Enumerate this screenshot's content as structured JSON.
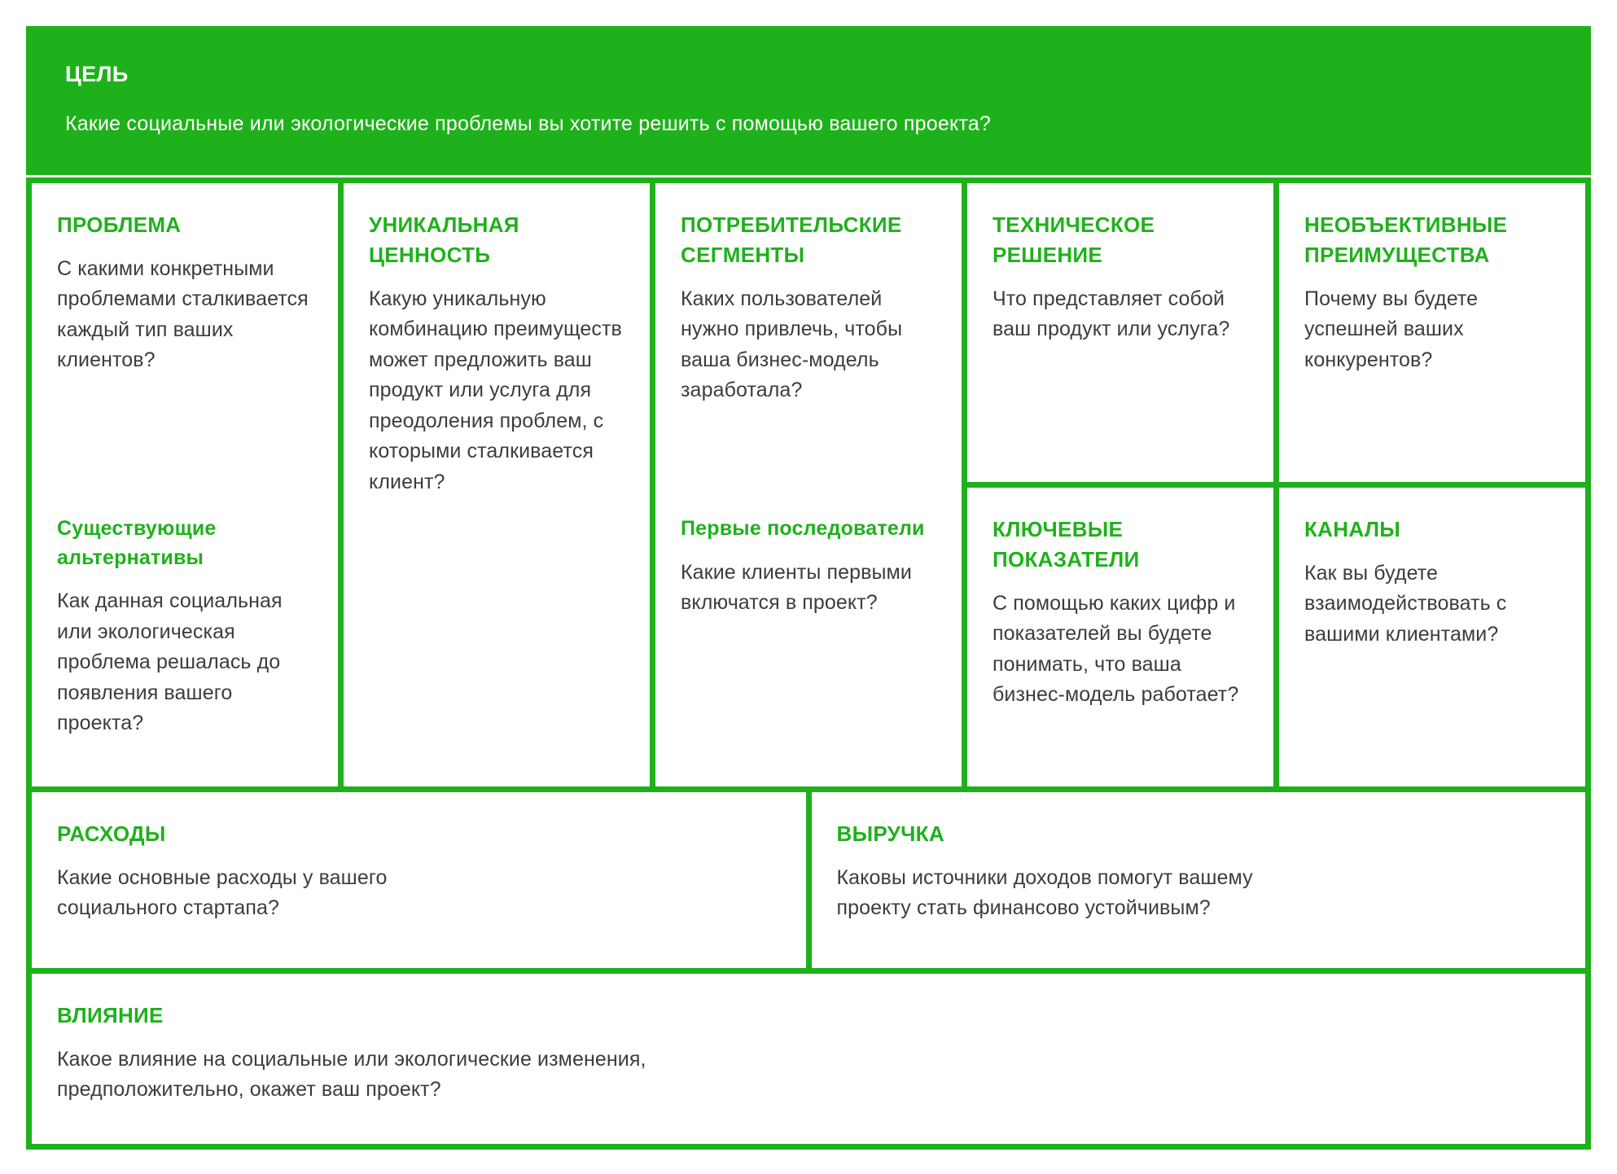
{
  "colors": {
    "accent": "#1fb11c",
    "body_text": "#3b3e38",
    "banner_text": "#ffffff",
    "cell_background": "#ffffff"
  },
  "header": {
    "title": "ЦЕЛЬ",
    "subtitle": "Какие социальные или экологические проблемы вы хотите решить с помощью вашего проекта?"
  },
  "cells": {
    "problem": {
      "title": "ПРОБЛЕМА",
      "body": "С какими конкретными проблемами сталкивается каждый тип ваших клиентов?"
    },
    "existing_alternatives": {
      "title": "Существующие альтернативы",
      "body": "Как данная социальная или экологическая проблема решалась до появления вашего проекта?"
    },
    "solution": {
      "title": "ТЕХНИЧЕСКОЕ РЕШЕНИЕ",
      "body": "Что представляет собой ваш продукт или услуга?"
    },
    "key_metrics": {
      "title": "КЛЮЧЕВЫЕ ПОКАЗАТЕЛИ",
      "body": "С помощью каких цифр и показателей вы будете понимать, что ваша бизнес-модель работает?"
    },
    "unique_value": {
      "title": "УНИКАЛЬНАЯ ЦЕННОСТЬ",
      "body": "Какую уникальную комбинацию преимуществ может предложить ваш продукт или услуга для преодоления проблем, с которыми сталкивается клиент?"
    },
    "unfair_advantage": {
      "title": "НЕОБЪЕКТИВНЫЕ ПРЕИМУЩЕСТВА",
      "body": "Почему вы будете успешней ваших конкурентов?"
    },
    "channels": {
      "title": "КАНАЛЫ",
      "body": "Как вы будете взаимодействовать с вашими клиентами?"
    },
    "customer_segments": {
      "title": "ПОТРЕБИТЕЛЬСКИЕ СЕГМЕНТЫ",
      "body": "Каких пользователей нужно привлечь, чтобы ваша бизнес-модель заработала?"
    },
    "early_adopters": {
      "title": "Первые последователи",
      "body": "Какие клиенты первыми включатся в проект?"
    },
    "costs": {
      "title": "РАСХОДЫ",
      "body": "Какие основные расходы у вашего социального стартапа?"
    },
    "revenue": {
      "title": "ВЫРУЧКА",
      "body": "Каковы источники доходов помогут вашему проекту стать финансово устойчивым?"
    },
    "impact": {
      "title": "ВЛИЯНИЕ",
      "body": "Какое влияние на социальные или экологические изменения, предположительно, окажет ваш проект?"
    }
  }
}
